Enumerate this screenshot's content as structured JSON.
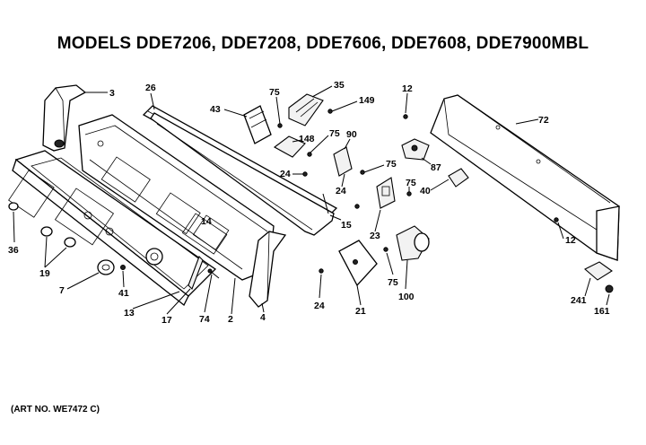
{
  "title": "MODELS DDE7206, DDE7208, DDE7606, DDE7608, DDE7900MBL",
  "art_no": "(ART NO. WE7472 C)",
  "callouts": [
    "3",
    "26",
    "75",
    "35",
    "149",
    "12",
    "43",
    "148",
    "75",
    "90",
    "72",
    "87",
    "24",
    "75",
    "24",
    "75",
    "40",
    "36",
    "14",
    "15",
    "23",
    "19",
    "12",
    "7",
    "41",
    "13",
    "17",
    "74",
    "2",
    "4",
    "24",
    "21",
    "75",
    "100",
    "241",
    "161"
  ]
}
